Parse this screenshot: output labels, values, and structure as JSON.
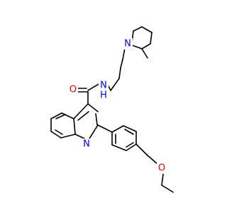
{
  "molecule": {
    "colors": {
      "bond": "#000000",
      "N": "#0000ff",
      "O": "#ff0000"
    },
    "atoms": {
      "O1": "O",
      "N1": "N",
      "H1": "H",
      "N2": "N",
      "N3": "N",
      "O2": "O"
    }
  }
}
